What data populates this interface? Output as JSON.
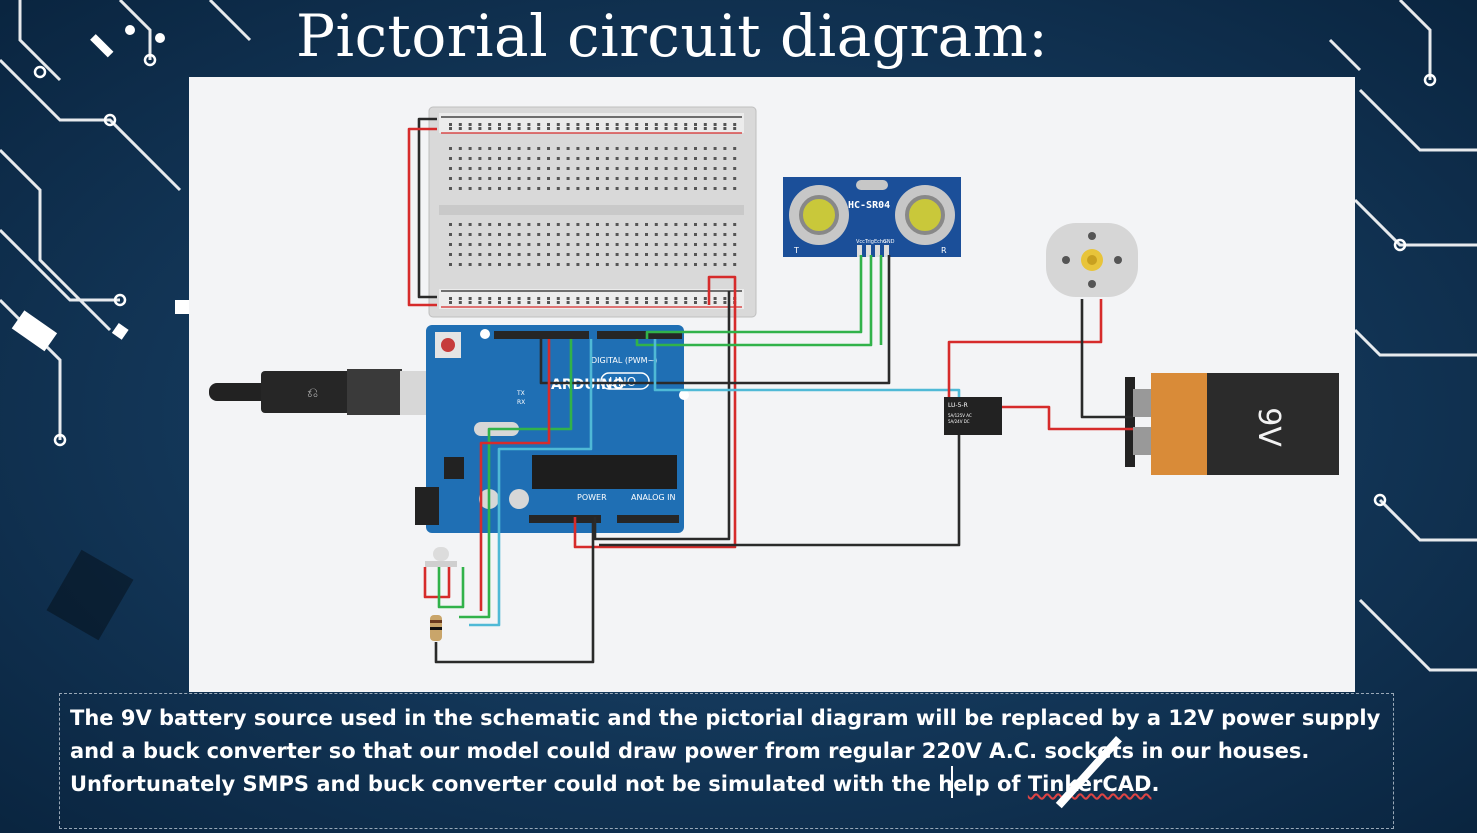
{
  "title": "Pictorial circuit diagram:",
  "caption": {
    "before_link": "The 9V battery source used in the schematic and the pictorial diagram will be replaced by a 12V power supply and a buck converter so that our model could draw power from regular 220V A.C. sockets in our houses. Unfortunately SMPS and buck converter could not be simulated with the help of ",
    "link": "TinkerCAD",
    "after_link": "."
  },
  "components": {
    "sensor_label": "HC-SR04",
    "sensor_pins": [
      "Vcc",
      "Trig",
      "Echo",
      "GND"
    ],
    "sensor_t": "T",
    "sensor_r": "R",
    "arduino_brand": "ARDUINO",
    "arduino_model": "UNO",
    "arduino_digital": "DIGITAL (PWM~)",
    "arduino_power": "POWER",
    "arduino_analog": "ANALOG IN",
    "arduino_tx": "TX",
    "arduino_rx": "RX",
    "relay_label": "LU-5-R",
    "relay_spec1": "5A/125V AC",
    "relay_spec2": "5A/24V DC",
    "battery_label": "9V"
  },
  "colors": {
    "wire_red": "#d62b2b",
    "wire_black": "#2a2a2a",
    "wire_green": "#31b24a",
    "wire_cyan": "#4fb9d6",
    "arduino_blue": "#1f6fb4",
    "battery_orange": "#d98b38"
  }
}
